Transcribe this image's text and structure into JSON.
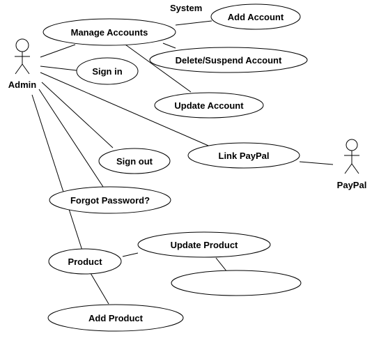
{
  "system_label": "System",
  "actors": {
    "admin": {
      "label": "Admin"
    },
    "paypal": {
      "label": "PayPal"
    }
  },
  "use_cases": {
    "manage_accounts": "Manage Accounts",
    "add_account": "Add Account",
    "delete_suspend_account": "Delete/Suspend Account",
    "update_account": "Update Account",
    "sign_in": "Sign in",
    "link_paypal": "Link PayPal",
    "sign_out": "Sign out",
    "forgot_password": "Forgot Password?",
    "product": "Product",
    "update_product": "Update Product",
    "unnamed_use_case": "",
    "add_product": "Add Product"
  },
  "colors": {
    "stroke": "#000000",
    "fill": "#ffffff",
    "background": "#ffffff"
  }
}
